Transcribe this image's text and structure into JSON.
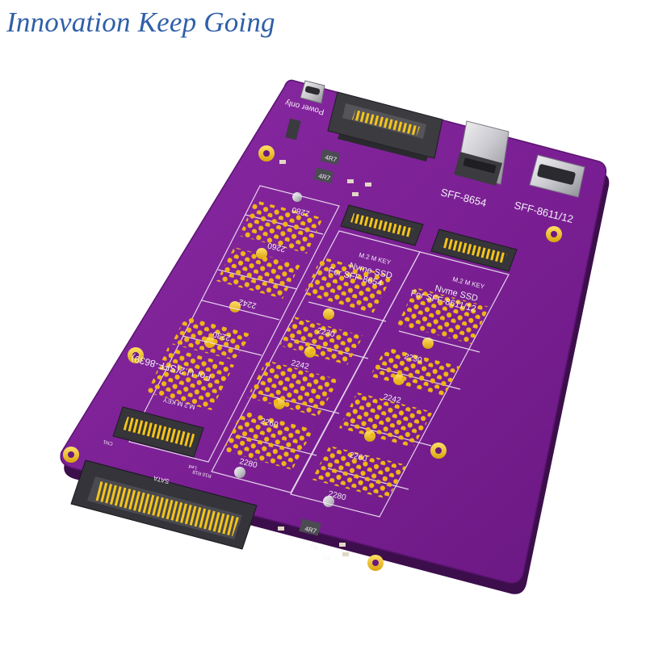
{
  "tagline": "Innovation Keep Going",
  "colors": {
    "board": "#7a1f93",
    "board_edge": "#5a1470",
    "board_shadow": "#3c0e4b",
    "gold": "#f2c21a",
    "silkscreen": "#f3f0f6",
    "connector": "#3b3b40",
    "tagline": "#2f5fa8"
  },
  "board": {
    "connectors": {
      "sff8654": "SFF-8654",
      "sff8611": "SFF-8611/12",
      "power_only": "Power only",
      "sata": "SATA"
    },
    "slots": {
      "left": {
        "caption": "For U.2(SFF-8639)",
        "key": "M.2 M KEY",
        "lengths": [
          "2280",
          "2260",
          "2242",
          "2230"
        ]
      },
      "middle": {
        "caption_line1": "Nvme SSD",
        "caption_line2": "For SFF-8654",
        "key": "M.2 M KEY",
        "lengths": [
          "2230",
          "2242",
          "2260",
          "2280"
        ]
      },
      "right": {
        "caption_line1": "Nvme SSD",
        "caption_line2": "For SFF-8611/12",
        "key": "M.2 M KEY",
        "lengths": [
          "2230",
          "2242",
          "2260",
          "2280"
        ]
      }
    },
    "components": {
      "inductor_top_1": "4R7",
      "inductor_top_2": "4R7",
      "inductor_bottom": "4R7",
      "cn1": "CN1",
      "r10": "R10 R18",
      "led": "Led",
      "c5": "C5",
      "c6": "C6"
    }
  }
}
